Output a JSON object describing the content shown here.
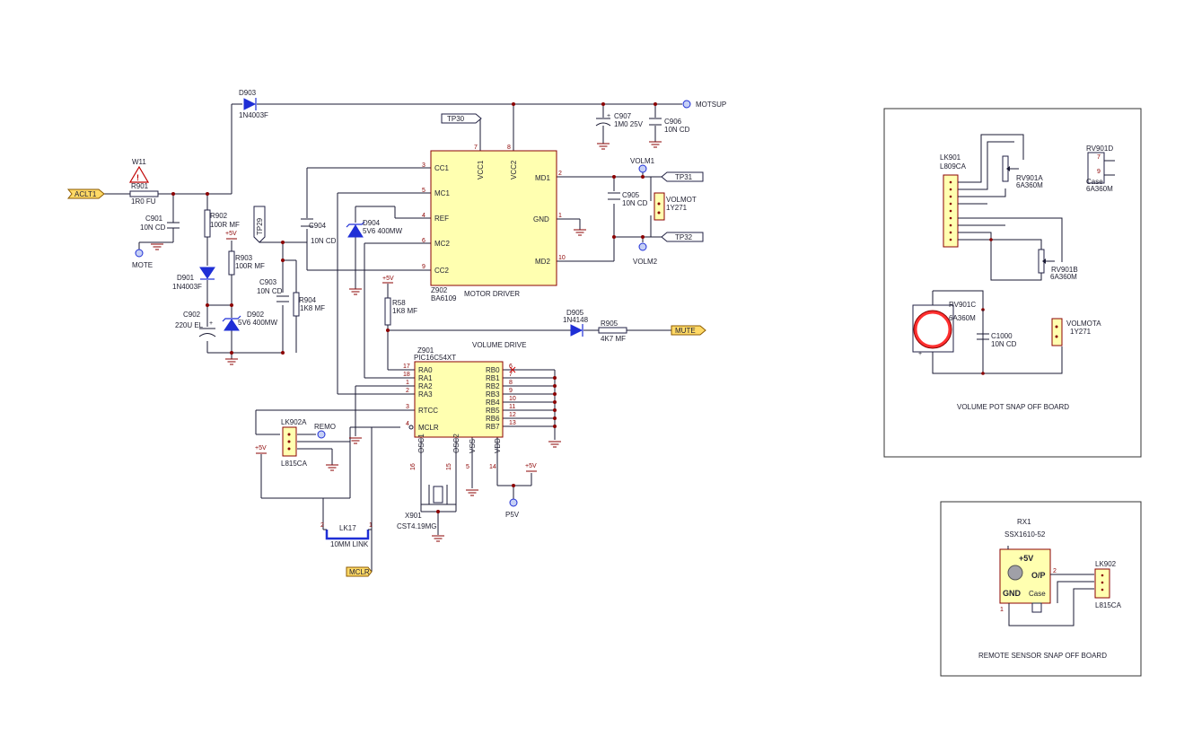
{
  "colors": {
    "wire": "#1a1a33",
    "part": "#1f2fd6",
    "chip_fill": "#ffffb0",
    "net_tag": "#ffd966",
    "junction": "#8b0000"
  },
  "nets": {
    "aclt1": "ACLT1",
    "motsup": "MOTSUP",
    "mute": "MUTE",
    "mclr": "MCLR",
    "tp30": "TP30",
    "tp29": "TP29",
    "tp31": "TP31",
    "tp32": "TP32",
    "mote": "MOTE",
    "volm1": "VOLM1",
    "volm2": "VOLM2",
    "remo": "REMO",
    "p5v": "P5V",
    "plus5v": "+5V"
  },
  "parts": {
    "d903": {
      "ref": "D903",
      "value": "1N4003F"
    },
    "w11": {
      "ref": "W11"
    },
    "r901": {
      "ref": "R901",
      "value": "1R0 FU"
    },
    "c901": {
      "ref": "C901",
      "value": "10N CD"
    },
    "r902": {
      "ref": "R902",
      "value": "100R MF"
    },
    "d901": {
      "ref": "D901",
      "value": "1N4003F"
    },
    "c902": {
      "ref": "C902",
      "value": "220U EL"
    },
    "r903": {
      "ref": "R903",
      "value": "100R MF"
    },
    "d902": {
      "ref": "D902",
      "value": "5V6 400MW"
    },
    "c903": {
      "ref": "C903",
      "value": "10N CD"
    },
    "r904": {
      "ref": "R904",
      "value": "1K8 MF"
    },
    "c904": {
      "ref": "C904",
      "value": "10N CD"
    },
    "d904": {
      "ref": "D904",
      "value": "5V6 400MW"
    },
    "c907": {
      "ref": "C907",
      "value": "1M0 25V"
    },
    "c906": {
      "ref": "C906",
      "value": "10N CD"
    },
    "c905": {
      "ref": "C905",
      "value": "10N CD"
    },
    "volmot": {
      "ref": "VOLMOT",
      "value": "1Y271"
    },
    "r58": {
      "ref": "R58",
      "value": "1K8 MF"
    },
    "d905": {
      "ref": "D905",
      "value": "1N4148"
    },
    "r905": {
      "ref": "R905",
      "value": "4K7 MF"
    },
    "lk902a": {
      "ref": "LK902A",
      "value": "L815CA"
    },
    "lk17": {
      "ref": "LK17",
      "value": "10MM LINK"
    },
    "x901": {
      "ref": "X901",
      "value": "CST4.19MG"
    },
    "lk901": {
      "ref": "LK901",
      "value": "L809CA"
    },
    "rv901a": {
      "ref": "RV901A",
      "value": "6A360M"
    },
    "rv901b": {
      "ref": "RV901B",
      "value": "6A360M"
    },
    "rv901c": {
      "ref": "RV901C",
      "value": "6A360M"
    },
    "rv901d": {
      "ref": "RV901D",
      "value": "6A360M",
      "case": "Case"
    },
    "c1000": {
      "ref": "C1000",
      "value": "10N CD"
    },
    "volmota": {
      "ref": "VOLMOTA",
      "value": "1Y271"
    },
    "rx1": {
      "ref": "RX1",
      "value": "SSX1610-52"
    },
    "lk902": {
      "ref": "LK902",
      "value": "L815CA"
    }
  },
  "z902": {
    "ref": "Z902",
    "value": "BA6109",
    "title": "MOTOR DRIVER",
    "pins_left": [
      "CC1",
      "MC1",
      "REF",
      "MC2",
      "CC2"
    ],
    "pins_left_num": [
      "3",
      "5",
      "4",
      "6",
      "9"
    ],
    "pins_top": [
      "VCC1",
      "VCC2"
    ],
    "pins_top_num": [
      "7",
      "8"
    ],
    "pins_right": [
      "MD1",
      "GND",
      "MD2"
    ],
    "pins_right_num": [
      "2",
      "1",
      "10"
    ]
  },
  "z901": {
    "ref": "Z901",
    "value": "PIC16C54XT",
    "title": "VOLUME DRIVE",
    "pins_left": [
      "RA0",
      "RA1",
      "RA2",
      "RA3",
      "RTCC",
      "MCLR"
    ],
    "pins_left_num": [
      "17",
      "18",
      "1",
      "2",
      "3",
      "4"
    ],
    "pins_right": [
      "RB0",
      "RB1",
      "RB2",
      "RB3",
      "RB4",
      "RB5",
      "RB6",
      "RB7"
    ],
    "pins_right_num": [
      "6",
      "7",
      "8",
      "9",
      "10",
      "11",
      "12",
      "13"
    ],
    "pins_bottom": [
      "OSC1",
      "OSC2",
      "VSS",
      "VDD"
    ],
    "pins_bottom_num": [
      "16",
      "15",
      "5",
      "14"
    ]
  },
  "rx1_pins": {
    "vplus": "+5V",
    "op": "O/P",
    "gnd": "GND",
    "case": "Case",
    "op_num": "2",
    "gnd_num": "1"
  },
  "lk17_pins": {
    "a": "2",
    "b": "1"
  },
  "boards": {
    "volume": "VOLUME POT SNAP OFF BOARD",
    "remote": "REMOTE SENSOR SNAP OFF BOARD"
  }
}
